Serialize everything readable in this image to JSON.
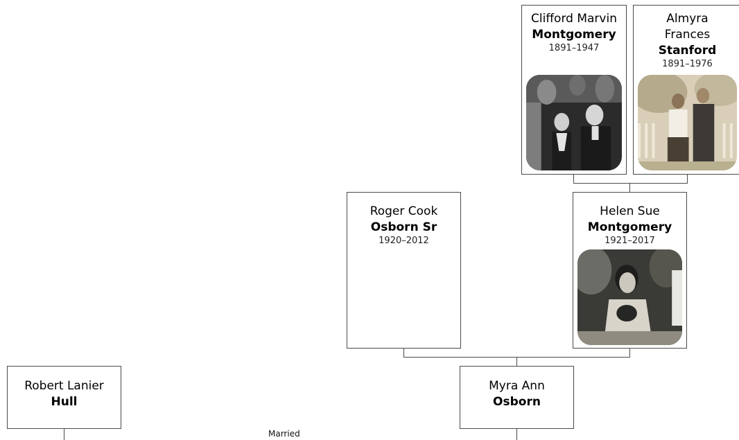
{
  "people": {
    "clifford": {
      "given": "Clifford Marvin",
      "surname": "Montgomery",
      "dates": "1891–1947",
      "photo": "clifford-family-group-photo"
    },
    "almyra": {
      "given": "Almyra Frances",
      "surname": "Stanford",
      "dates": "1891–1976",
      "photo": "almyra-couple-photo"
    },
    "roger": {
      "given": "Roger Cook",
      "surname": "Osborn Sr",
      "dates": "1920–2012"
    },
    "helen": {
      "given": "Helen Sue",
      "surname": "Montgomery",
      "dates": "1921–2017",
      "photo": "helen-portrait-photo"
    },
    "myra": {
      "given": "Myra Ann",
      "surname": "Osborn"
    },
    "robert": {
      "given": "Robert Lanier",
      "surname": "Hull"
    }
  },
  "marriage_label": "Married"
}
